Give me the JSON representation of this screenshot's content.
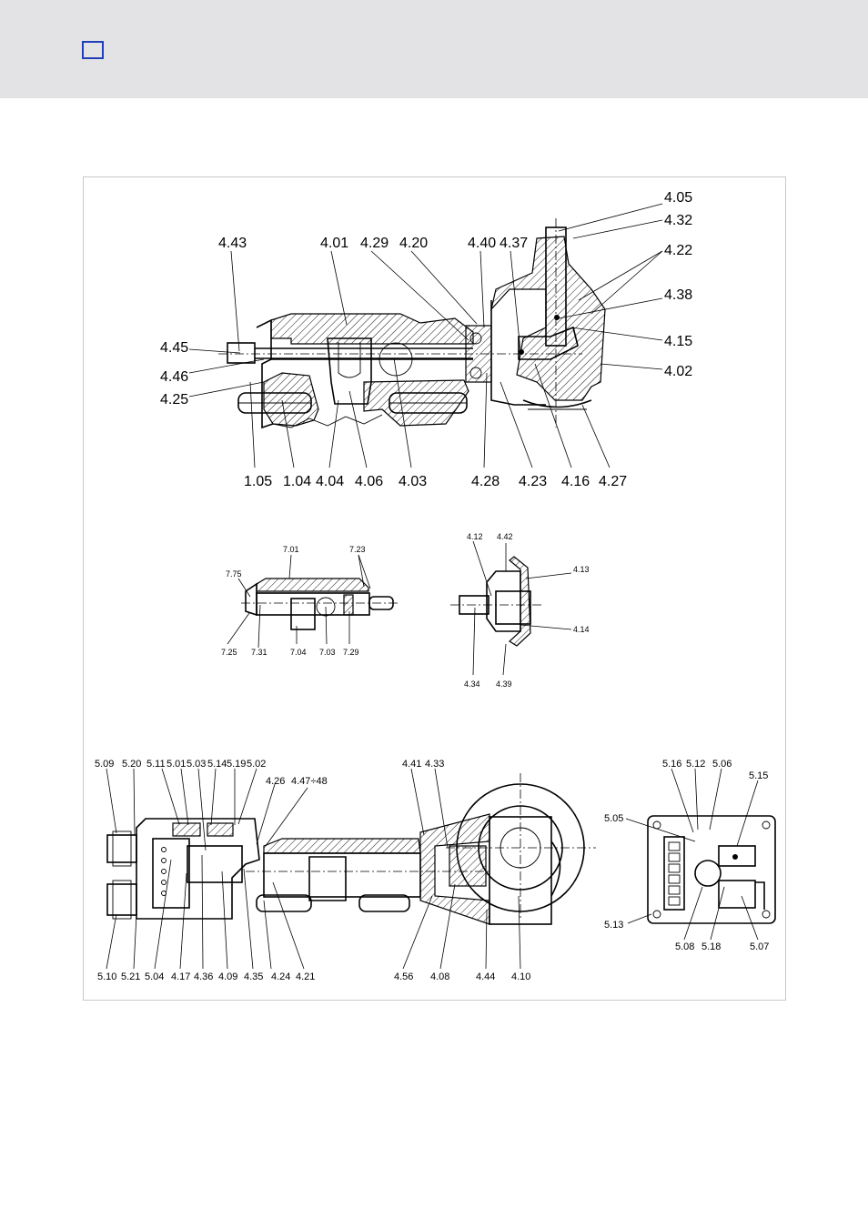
{
  "labels": {
    "main": [
      "4.05",
      "4.32",
      "4.43",
      "4.01",
      "4.29",
      "4.20",
      "4.40",
      "4.37",
      "4.22",
      "4.38",
      "4.45",
      "4.15",
      "4.46",
      "4.02",
      "4.25",
      "1.05",
      "1.04",
      "4.04",
      "4.06",
      "4.03",
      "4.28",
      "4.23",
      "4.16",
      "4.27"
    ],
    "detail_a": [
      "7.01",
      "7.23",
      "7.75",
      "7.25",
      "7.31",
      "7.04",
      "7.03",
      "7.29"
    ],
    "detail_b": [
      "4.12",
      "4.42",
      "4.13",
      "4.14",
      "4.34",
      "4.39"
    ],
    "bottom": [
      "5.09",
      "5.20",
      "5.11",
      "5.01",
      "5.03",
      "5.14",
      "5.19",
      "5.02",
      "4.26",
      "4.47÷48",
      "4.41",
      "4.33",
      "5.10",
      "5.21",
      "5.04",
      "4.17",
      "4.36",
      "4.09",
      "4.35",
      "4.24",
      "4.21",
      "4.56",
      "4.08",
      "4.44",
      "4.10"
    ],
    "box": [
      "5.16",
      "5.12",
      "5.06",
      "5.15",
      "5.05",
      "5.13",
      "5.08",
      "5.18",
      "5.07"
    ]
  }
}
